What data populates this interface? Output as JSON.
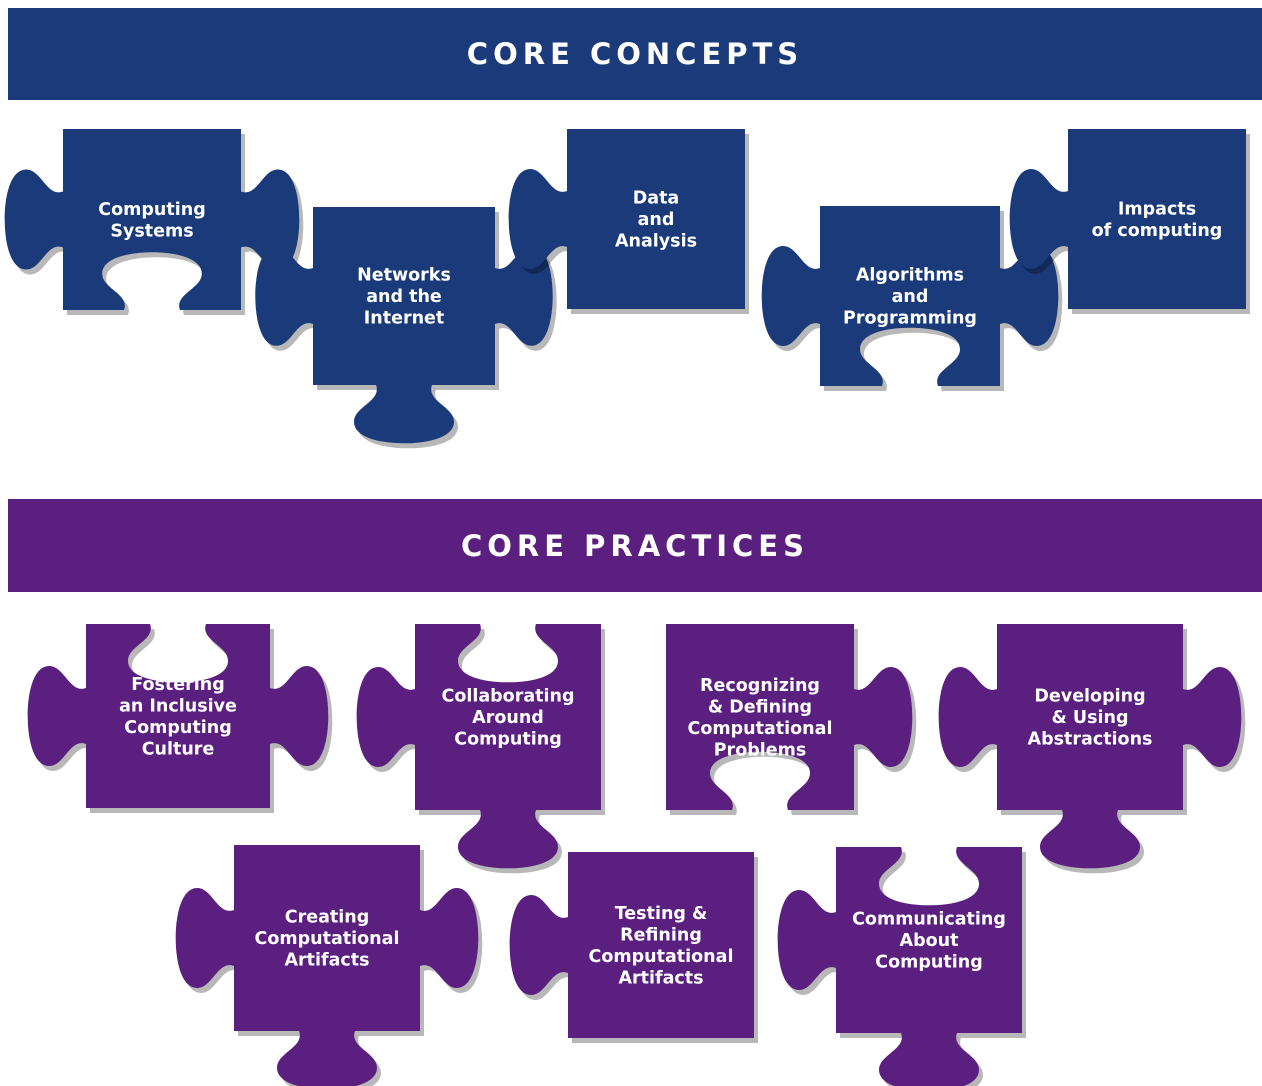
{
  "colors": {
    "concepts": "#1a3a7a",
    "practices": "#5b1f7f",
    "text": "#ffffff"
  },
  "core_concepts": {
    "title": "CORE CONCEPTS",
    "pieces": [
      {
        "lines": [
          "Computing",
          "Systems"
        ]
      },
      {
        "lines": [
          "Networks",
          "and the",
          "Internet"
        ]
      },
      {
        "lines": [
          "Data",
          "and",
          "Analysis"
        ]
      },
      {
        "lines": [
          "Algorithms",
          "and",
          "Programming"
        ]
      },
      {
        "lines": [
          "Impacts",
          "of computing"
        ]
      }
    ]
  },
  "core_practices": {
    "title": "CORE PRACTICES",
    "pieces": [
      {
        "lines": [
          "Fostering",
          "an Inclusive",
          "Computing",
          "Culture"
        ]
      },
      {
        "lines": [
          "Collaborating",
          "Around",
          "Computing"
        ]
      },
      {
        "lines": [
          "Recognizing",
          "& Defining",
          "Computational",
          "Problems"
        ]
      },
      {
        "lines": [
          "Developing",
          "& Using",
          "Abstractions"
        ]
      },
      {
        "lines": [
          "Creating",
          "Computational",
          "Artifacts"
        ]
      },
      {
        "lines": [
          "Testing &",
          "Refining",
          "Computational",
          "Artifacts"
        ]
      },
      {
        "lines": [
          "Communicating",
          "About",
          "Computing"
        ]
      }
    ]
  }
}
